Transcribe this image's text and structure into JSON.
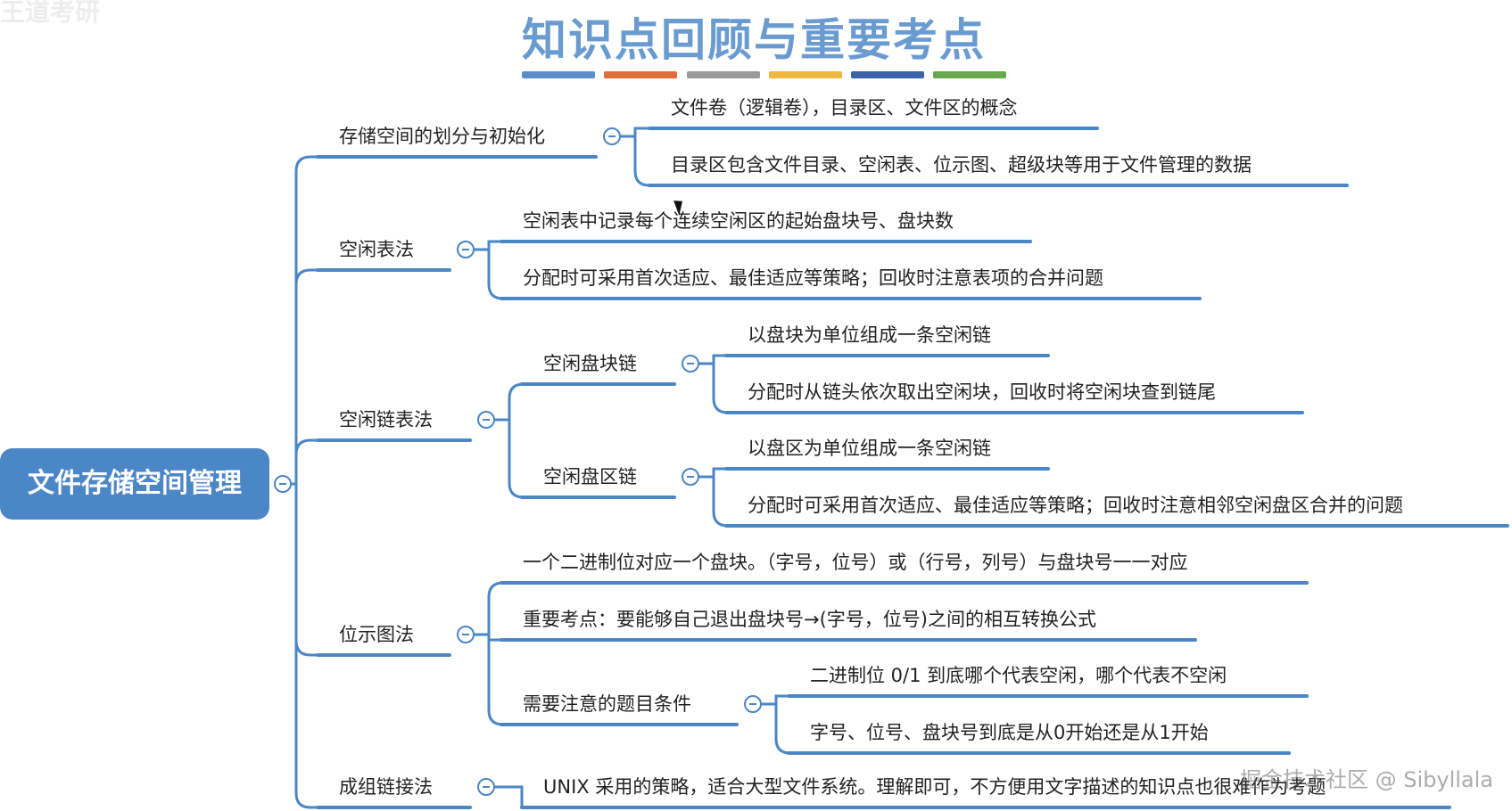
{
  "title": "知识点回顾与重要考点",
  "watermark_top": "王道考研",
  "watermark_bottom": "掘金技术社区 @ Sibyllala",
  "title_bar_colors": [
    "#5a8fc9",
    "#e06d3c",
    "#9a9a9a",
    "#edb742",
    "#3c62a8",
    "#6aa84f"
  ],
  "line_color": "#4b86c6",
  "root": {
    "label": "文件存储空间管理"
  },
  "branches": {
    "b1": {
      "label": "存储空间的划分与初始化",
      "children": [
        "文件卷（逻辑卷），目录区、文件区的概念",
        "目录区包含文件目录、空闲表、位示图、超级块等用于文件管理的数据"
      ]
    },
    "b2": {
      "label": "空闲表法",
      "children": [
        "空闲表中记录每个连续空闲区的起始盘块号、盘块数",
        "分配时可采用首次适应、最佳适应等策略；回收时注意表项的合并问题"
      ]
    },
    "b3": {
      "label": "空闲链表法",
      "sub1": {
        "label": "空闲盘块链",
        "children": [
          "以盘块为单位组成一条空闲链",
          "分配时从链头依次取出空闲块，回收时将空闲块查到链尾"
        ]
      },
      "sub2": {
        "label": "空闲盘区链",
        "children": [
          "以盘区为单位组成一条空闲链",
          "分配时可采用首次适应、最佳适应等策略；回收时注意相邻空闲盘区合并的问题"
        ]
      }
    },
    "b4": {
      "label": "位示图法",
      "children": [
        "一个二进制位对应一个盘块。（字号，位号）或（行号，列号）与盘块号一一对应",
        "重要考点：要能够自己退出盘块号→(字号，位号)之间的相互转换公式"
      ],
      "sub": {
        "label": "需要注意的题目条件",
        "children": [
          "二进制位 0/1 到底哪个代表空闲，哪个代表不空闲",
          "字号、位号、盘块号到底是从0开始还是从1开始"
        ]
      }
    },
    "b5": {
      "label": "成组链接法",
      "children": [
        "UNIX 采用的策略，适合大型文件系统。理解即可，不方便用文字描述的知识点也很难作为考题"
      ]
    }
  }
}
